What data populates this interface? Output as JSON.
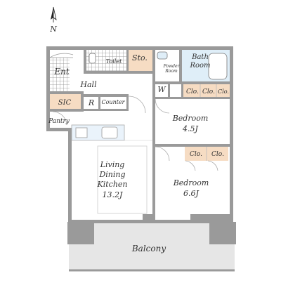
{
  "compass": {
    "north_label": "N"
  },
  "rooms": {
    "entrance": "Ent",
    "toilet": "Toilet",
    "storage": "Sto.",
    "powder_room_line1": "Powder",
    "powder_room_line2": "Room",
    "bath_line1": "Bath",
    "bath_line2": "Room",
    "hall": "Hall",
    "sic": "SIC",
    "refrigerator": "R",
    "counter": "Counter",
    "washer": "W",
    "pantry": "Pantry",
    "closet_a": "Clo.",
    "closet_b": "Clo.",
    "closet_c": "Clo.",
    "closet_d": "Clo.",
    "closet_e": "Clo.",
    "bedroom1_name": "Bedroom",
    "bedroom1_size": "4.5J",
    "ldk_line1": "Living",
    "ldk_line2": "Dining",
    "ldk_line3": "Kitchen",
    "ldk_size": "13.2J",
    "bedroom2_name": "Bedroom",
    "bedroom2_size": "6.6J",
    "balcony": "Balcony"
  },
  "colors": {
    "wall": "#9a9a9a",
    "storage_fill": "#f6dcc3",
    "bath_fill": "#dfeef8",
    "balcony_fill": "#e6e6e6",
    "entrance_tile": "#8c8c8c"
  }
}
